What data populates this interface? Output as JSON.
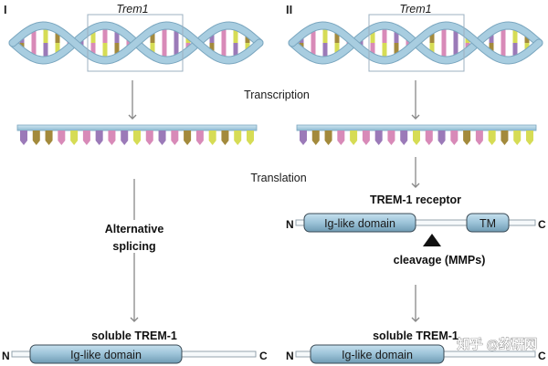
{
  "panels": {
    "left_label": "I",
    "right_label": "II"
  },
  "gene": {
    "left_name": "Trem1",
    "right_name": "Trem1"
  },
  "steps": {
    "transcription": "Transcription",
    "translation": "Translation",
    "alternative_splicing_line1": "Alternative",
    "alternative_splicing_line2": "splicing"
  },
  "receptor": {
    "title": "TREM-1 receptor",
    "n_terminus": "N",
    "c_terminus": "C",
    "ig_domain": "Ig-like domain",
    "tm_domain": "TM",
    "cleavage": "cleavage (MMPs)"
  },
  "soluble_left": {
    "title": "soluble TREM-1",
    "n_terminus": "N",
    "c_terminus": "C",
    "ig_domain": "Ig-like domain"
  },
  "soluble_right": {
    "title": "soluble TREM-1",
    "n_terminus": "N",
    "c_terminus": "C",
    "ig_domain": "Ig-like domain"
  },
  "watermark": "知乎 @药研网",
  "colors": {
    "strand": "#a8cde0",
    "strand_edge": "#7aa6bf",
    "domain_fill": "#9cc3d8",
    "domain_edge": "#3a4a55",
    "base_purple": "#9b7ab8",
    "base_pink": "#d88ab8",
    "base_yellow": "#d6dc55",
    "base_olive": "#a38a3c",
    "arrow": "#888888"
  }
}
